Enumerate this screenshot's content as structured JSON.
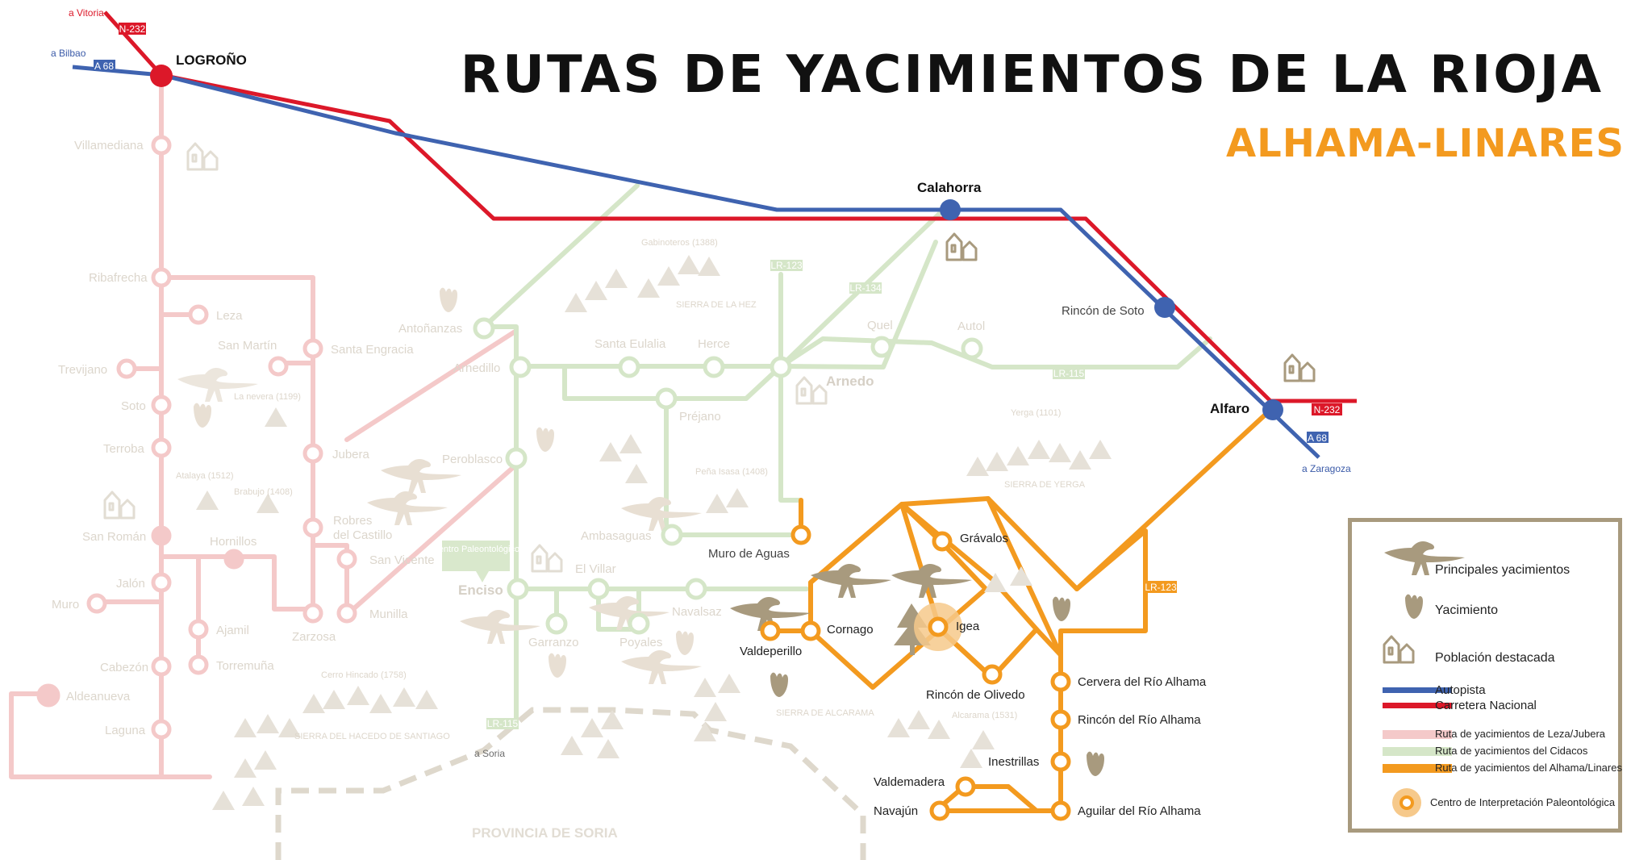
{
  "title": "Rutas de Yacimientos de La Rioja",
  "subtitle": "Alhama-Linares",
  "colors": {
    "autopista": "#3f63b0",
    "nacional": "#dc1829",
    "leza": "#f4c9c9",
    "cidacos": "#d5e6c8",
    "alhama": "#f39a1f",
    "icons": "#a89a7e",
    "faint": "#cfc8bb"
  },
  "roads": {
    "to_vitoria": "a Vitoria",
    "to_bilbao": "a Bilbao",
    "to_zaragoza": "a Zaragoza",
    "to_soria": "a Soria",
    "shields": {
      "n232_top": "N-232",
      "a68_top": "A 68",
      "n232_right": "N-232",
      "a68_right": "A 68",
      "lr123_a": "LR-123",
      "lr123_b": "LR-123",
      "lr134": "LR-134",
      "lr115": "LR-115",
      "lr115_b": "LR-115"
    }
  },
  "places": {
    "logrono": "LOGROÑO",
    "calahorra": "Calahorra",
    "rincon_de_soto": "Rincón de Soto",
    "alfaro": "Alfaro",
    "arnedo": "Arnedo",
    "enciso": "Enciso",
    "centro_box": "Centro Paleontológico"
  },
  "stations_leza": {
    "villamediana": "Villamediana",
    "ribafrecha": "Ribafrecha",
    "leza": "Leza",
    "san_martin": "San Martín",
    "santa_engracia": "Santa Engracia",
    "trevijano": "Trevijano",
    "soto": "Soto",
    "terroba": "Terroba",
    "jubera": "Jubera",
    "robres": "Robres",
    "robres2": "del Castillo",
    "san_roman": "San Román",
    "hornillos": "Hornillos",
    "san_vicente": "San Vicente",
    "jalon": "Jalón",
    "muro": "Muro",
    "ajamil": "Ajamil",
    "zarzosa": "Zarzosa",
    "munilla": "Munilla",
    "cabezon": "Cabezón",
    "torremuna": "Torremuña",
    "aldeanueva": "Aldeanueva",
    "laguna": "Laguna"
  },
  "stations_cidacos": {
    "antonanzas": "Antoñanzas",
    "arnedillo": "Arnedillo",
    "santa_eulalia": "Santa Eulalia",
    "herce": "Herce",
    "quel": "Quel",
    "autol": "Autol",
    "prejano": "Préjano",
    "peroblasco": "Peroblasco",
    "ambasaguas": "Ambasaguas",
    "muro_de_aguas": "Muro de Aguas",
    "el_villar": "El Villar",
    "navalsaz": "Navalsaz",
    "garranzo": "Garranzo",
    "poyales": "Poyales"
  },
  "stations_alhama": {
    "gravalos": "Grávalos",
    "cornago": "Cornago",
    "valdeperillo": "Valdeperillo",
    "igea": "Igea",
    "rincon_de_olivedo": "Rincón de Olivedo",
    "cervera": "Cervera del Río Alhama",
    "rincon_alhama": "Rincón del Río Alhama",
    "inestrillas": "Inestrillas",
    "valdemadera": "Valdemadera",
    "navajun": "Navajún",
    "aguilar": "Aguilar del Río Alhama"
  },
  "terrain": {
    "la_nevera": "La nevera (1199)",
    "atalaya": "Atalaya (1512)",
    "brabujo": "Brabujo (1408)",
    "gabinoteros": "Gabinoteros (1388)",
    "sierra_hez": "SIERRA DE LA HEZ",
    "pena_isasa": "Peña Isasa (1408)",
    "yerga": "Yerga (1101)",
    "sierra_yerga": "SIERRA DE YERGA",
    "cerro_hincado": "Cerro Hincado (1758)",
    "sierra_hacedo": "SIERRA DEL HACEDO DE SANTIAGO",
    "sierra_alcarama": "SIERRA DE ALCARAMA",
    "alcarama": "Alcarama (1531)",
    "provincia_soria": "PROVINCIA DE SORIA"
  },
  "legend": {
    "principales": "Principales yacimientos",
    "yacimiento": "Yacimiento",
    "poblacion": "Población destacada",
    "autopista": "Autopista",
    "nacional": "Carretera Nacional",
    "ruta_leza": "Ruta de yacimientos de Leza/Jubera",
    "ruta_cidacos": "Ruta de yacimientos del Cidacos",
    "ruta_alhama": "Ruta de yacimientos del Alhama/Linares",
    "centro": "Centro de Interpretación Paleontológica"
  }
}
